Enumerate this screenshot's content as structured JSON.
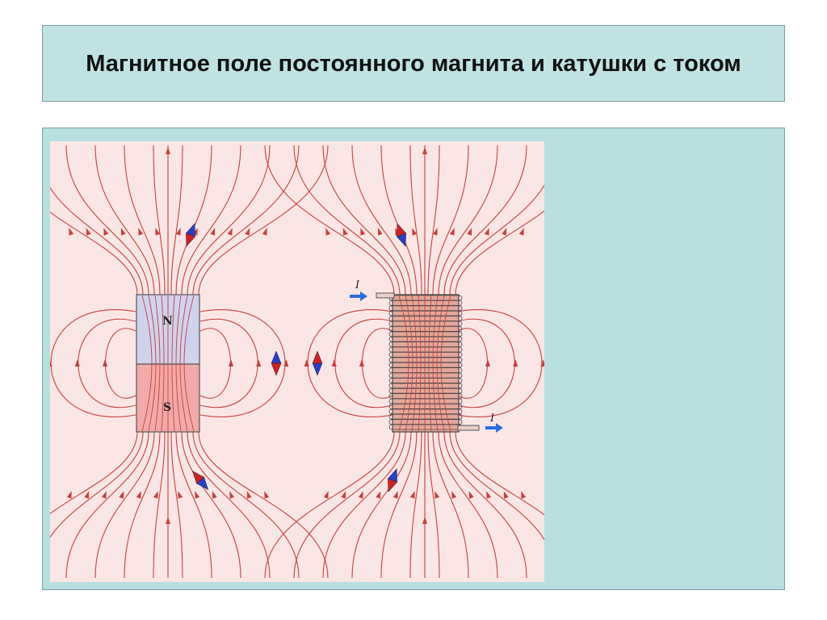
{
  "slide": {
    "title": "Магнитное поле постоянного магнита и катушки с током"
  },
  "diagram": {
    "magnet": {
      "north_label": "N",
      "south_label": "S"
    },
    "coil": {
      "current_label_in": "I",
      "current_label_out": "I"
    },
    "colors": {
      "field_line": "#c8403a",
      "figure_background": "#fbe6e6",
      "magnet_north": "#cfd3ee",
      "magnet_south": "#f2a9a9",
      "coil": "#e3a79a",
      "needle_red": "#d42020",
      "needle_blue": "#2b3fcc",
      "current_arrow": "#2a6fe0"
    }
  }
}
